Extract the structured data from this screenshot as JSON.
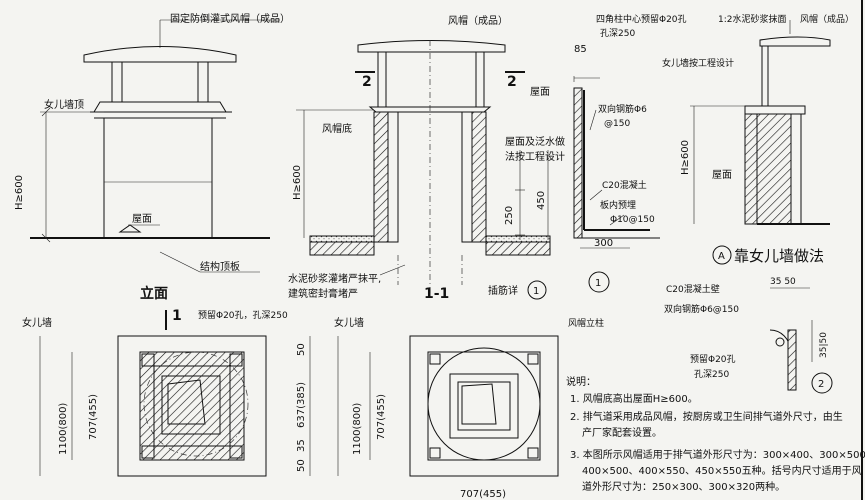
{
  "labels": {
    "hood_fixed": "固定防倒灌式风帽（成品）",
    "parapet_top": "女儿墙顶",
    "h600_a": "H≥600",
    "roof_a": "屋面",
    "struct_slab": "结构顶板",
    "elevation": "立面",
    "hood_product": "风帽（成品）",
    "section_mark": "2",
    "roof_b": "屋面",
    "hood_base": "风帽底",
    "h600_b": "H≥600",
    "roof_flash": "屋面及泛水做",
    "roof_flash2": "法按工程设计",
    "dim_250": "250",
    "dim_450": "450",
    "mortar_note": "水泥砂浆灌堵严抹平,",
    "mortar_note2": "建筑密封膏堵严",
    "section_11": "1-1",
    "node_detail": "插筋详",
    "node_num": "1",
    "corner_bolt": "四角柱中心预留Φ20孔",
    "hole_depth": "孔深250",
    "dim_85": "85",
    "parapet_design": "女儿墙按工程设计",
    "dual_rebar": "双向钢筋Φ6",
    "rebar_spacing": "@150",
    "c20": "C20混凝土",
    "embed": "板内预埋",
    "embed2": "Φ10@150",
    "dim_300": "300",
    "circle1": "1",
    "cement_face": "1:2水泥砂浆抹面",
    "hood_product_c": "风帽（成品）",
    "h600_c": "H≥600",
    "roof_c": "屋面",
    "circle_a": "A",
    "a_title": "靠女儿墙做法",
    "parapet_plan1": "女儿墙",
    "plan_hole": "预留Φ20孔，孔深250",
    "plan_1": "1",
    "dim_1100_800": "1100(800)",
    "dim_707_455": "707(455)",
    "dim_50a": "50",
    "dim_637_385": "637(385)",
    "dim_35": "35",
    "dim_50b": "50",
    "parapet_plan2": "女儿墙",
    "hood_column": "风帽立柱",
    "dim_1100_800b": "1100(800)",
    "dim_707_455b": "707(455)",
    "c20_wall": "C20混凝土壁",
    "dual_rebar2": "双向钢筋Φ6@150",
    "dim_35_50": "35 50",
    "dim_35_50v": "35|50",
    "hole2": "预留Φ20孔",
    "hole2_depth": "孔深250",
    "circle2": "2",
    "dim_707_bottom": "707(455)"
  },
  "notes": {
    "heading": "说明：",
    "n1": "1. 风帽底高出屋面H≥600。",
    "n2": "2. 排气道采用成品风帽，按厨房或卫生间排气道外尺寸，由生",
    "n2b": "产厂家配套设置。",
    "n3": "3. 本图所示风帽适用于排气道外形尺寸为：300×400、300×500、",
    "n3b": "400×500、400×550、450×550五种。括号内尺寸适用于风",
    "n3c": "道外形尺寸为：250×300、300×320两种。"
  }
}
